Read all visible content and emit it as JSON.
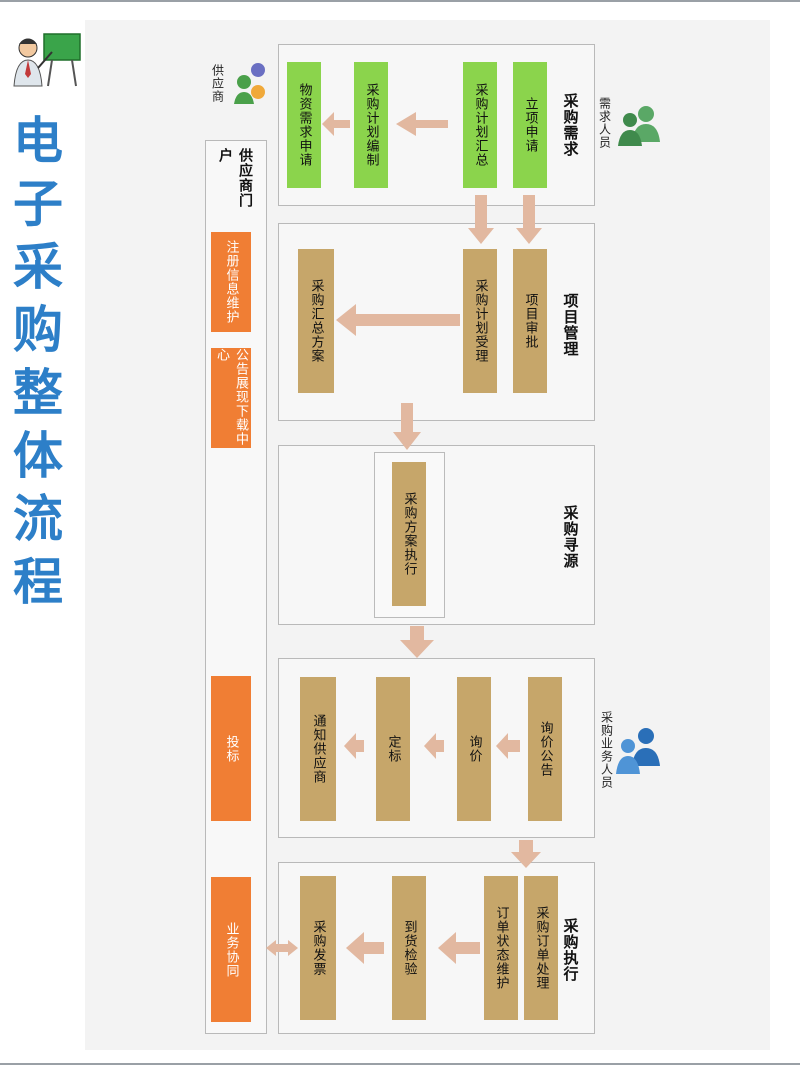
{
  "title": [
    "电",
    "子",
    "采",
    "购",
    "整",
    "体",
    "流",
    "程"
  ],
  "roles": {
    "demand": "需求人员",
    "supplier": "供应商",
    "business": "采购业务人员"
  },
  "sections": {
    "demand": {
      "title": "采购需求",
      "boxes": [
        "立项申请",
        "采购计划汇总",
        "采购计划编制",
        "物资需求申请"
      ]
    },
    "project": {
      "title": "项目管理",
      "boxes": [
        "项目审批",
        "采购计划受理",
        "采购汇总方案"
      ]
    },
    "sourcing": {
      "title": "采购寻源",
      "boxes": [
        "采购方案执行"
      ]
    },
    "business": {
      "boxes": [
        "询价公告",
        "询价",
        "定标",
        "通知供应商"
      ]
    },
    "execution": {
      "title": "采购执行",
      "boxes": [
        "采购订单处理",
        "订单状态维护",
        "到货检验",
        "采购发票"
      ]
    }
  },
  "portal": {
    "title": "供应商门户",
    "boxes": [
      "注册信息维护",
      "公告展现下载中心",
      "投标",
      "业务协同"
    ]
  },
  "colors": {
    "title": "#2d7fc8",
    "green": "#8bd44c",
    "tan": "#c6a66a",
    "orange": "#f07e34",
    "arrow": "#e2b8a0"
  }
}
